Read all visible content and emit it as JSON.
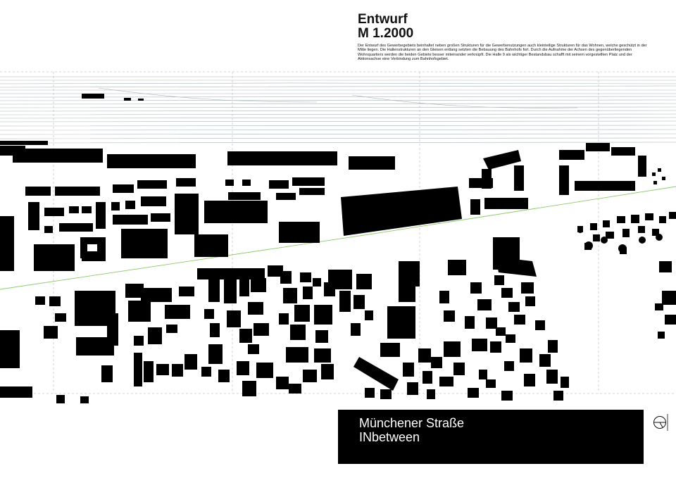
{
  "header": {
    "title": "Entwurf",
    "scale": "M 1.2000",
    "description": "Der Entwurf des Gewerbegebiets beinhaltet neben großen Strukturen für die Gewerbenutzungen auch kleinteilige Strukturen für das Wohnen, welche geschützt in der Mitte liegen. Die Hallenstrukturen an den Gleisen entlang setzten die Bebauung des Bahnhofs fort. Durch die Aufnahme der Achsen des gegenüberliegenden Wohnquartiers werden die beiden Gebiete besser miteinander verknüpft. Die Halle 9 als wichtiger Bestandsbau schafft mit seinem vorgestellten Platz und der Aktionsachse eine Verbindung zum Bahnhofsgebiet."
  },
  "title_block": {
    "line1": "Münchener Straße",
    "line2": "INbetween"
  },
  "colors": {
    "background": "#ffffff",
    "buildings": "#000000",
    "rail_tracks": "#a9b3b8",
    "green_axis": "#8dc86a",
    "grid_dashes": "#c8c8c8"
  },
  "icons": {
    "north_arrow": "north-arrow-icon"
  }
}
